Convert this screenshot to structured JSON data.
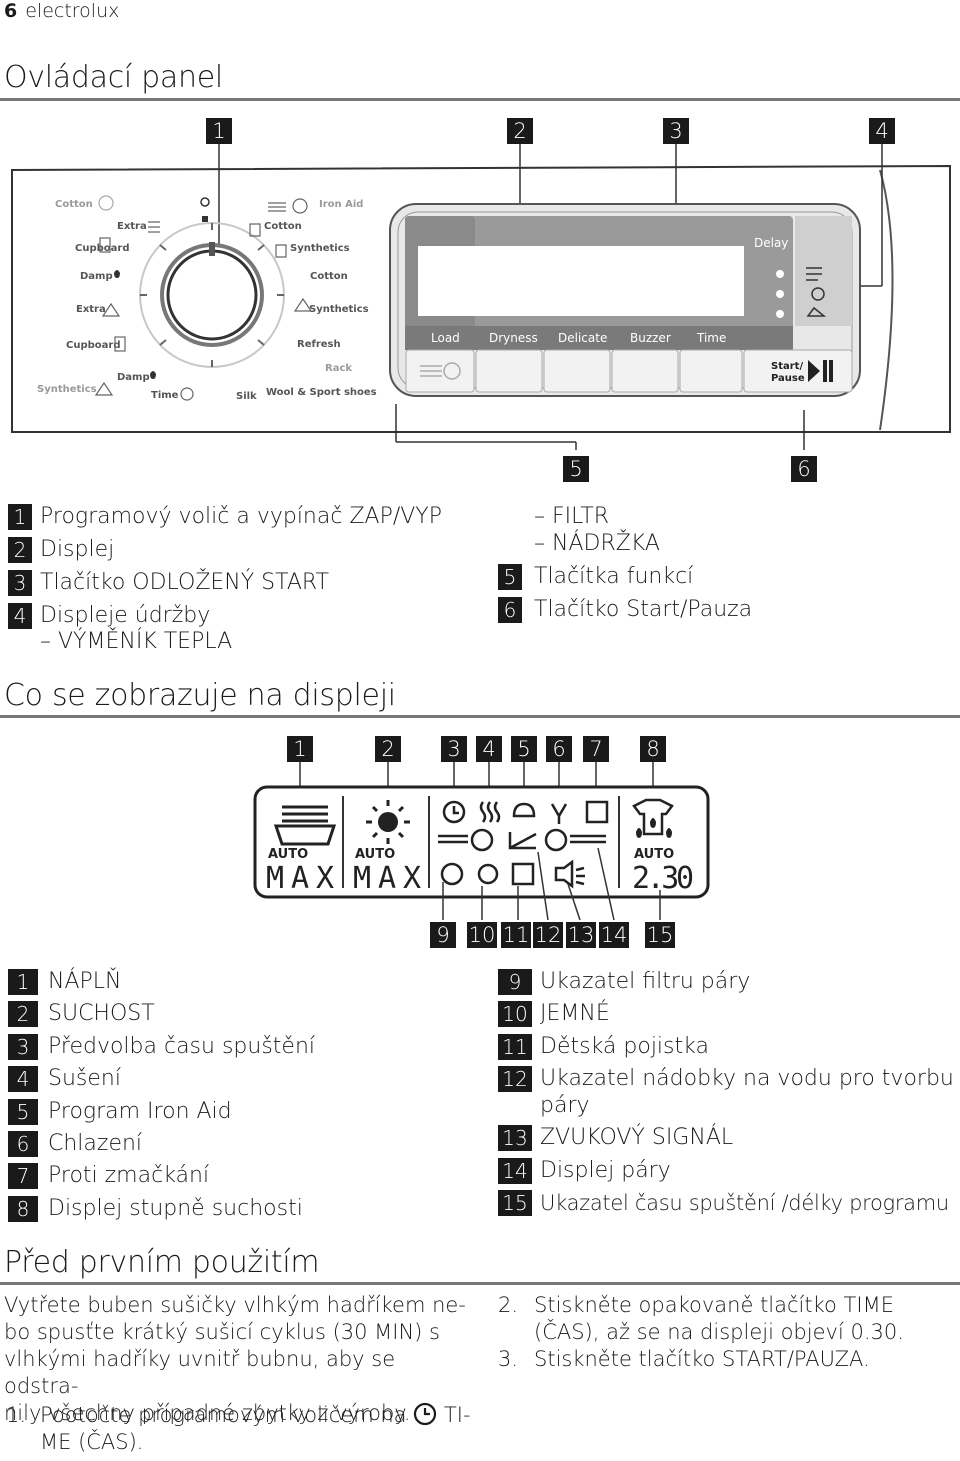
{
  "header": {
    "page_num": "6",
    "brand": "electrolux"
  },
  "section1": {
    "title": "Ovládací panel",
    "callouts_top": [
      "1",
      "2",
      "3",
      "4"
    ],
    "callouts_bottom": [
      "5",
      "6"
    ],
    "dial_labels": {
      "cotton": "Cotton",
      "extra_c": "Extra",
      "cupboard_c": "Cupboard",
      "damp_c": "Damp",
      "extra_s": "Extra",
      "cupboard_s": "Cupboard",
      "synthetics": "Synthetics",
      "damp_s": "Damp",
      "time": "Time",
      "silk": "Silk",
      "wool": "Wool & Sport shoes",
      "rack": "Rack",
      "refresh": "Refresh",
      "synthetics_ext": "Synthetics",
      "cotton_ext": "Cotton",
      "synthetics_ia": "Synthetics",
      "cotton_ia": "Cotton",
      "iron_aid": "Iron Aid",
      "dot_o": "O",
      "dot_i": "I"
    },
    "panel": {
      "delay": "Delay",
      "buttons": [
        "Load",
        "Dryness",
        "Delicate",
        "Buzzer",
        "Time"
      ],
      "start_pause": [
        "Start/",
        "Pause"
      ]
    },
    "legend_left": [
      {
        "n": "1",
        "text": "Programový volič a vypínač ZAP/VYP"
      },
      {
        "n": "2",
        "text": "Displej"
      },
      {
        "n": "3",
        "text": "Tlačítko ODLOŽENÝ START"
      },
      {
        "n": "4",
        "text": "Displeje údržby"
      }
    ],
    "legend_sub_left": [
      "VÝMĚNÍK TEPLA"
    ],
    "legend_sub_right": [
      "FILTR",
      "NÁDRŽKA"
    ],
    "legend_right": [
      {
        "n": "5",
        "text": "Tlačítka funkcí"
      },
      {
        "n": "6",
        "text": "Tlačítko Start/Pauza"
      }
    ]
  },
  "section2": {
    "title": "Co se zobrazuje na displeji",
    "callouts_top": [
      "1",
      "2",
      "3",
      "4",
      "5",
      "6",
      "7",
      "8"
    ],
    "callouts_bottom": [
      "9",
      "10",
      "11",
      "12",
      "13",
      "14",
      "15"
    ],
    "display": {
      "auto": "AUTO",
      "max": "MAX",
      "time": "2.30"
    },
    "legend_left": [
      {
        "n": "1",
        "text": "NÁPLŇ"
      },
      {
        "n": "2",
        "text": "SUCHOST"
      },
      {
        "n": "3",
        "text": "Předvolba času spuštění"
      },
      {
        "n": "4",
        "text": "Sušení"
      },
      {
        "n": "5",
        "text": "Program Iron Aid"
      },
      {
        "n": "6",
        "text": "Chlazení"
      },
      {
        "n": "7",
        "text": "Proti zmačkání"
      },
      {
        "n": "8",
        "text": "Displej stupně suchosti"
      }
    ],
    "legend_right": [
      {
        "n": "9",
        "text": "Ukazatel filtru páry"
      },
      {
        "n": "10",
        "text": "JEMNÉ"
      },
      {
        "n": "11",
        "text": "Dětská pojistka"
      },
      {
        "n": "12",
        "text": "Ukazatel nádobky na vodu pro tvorbu",
        "text2": "páry"
      },
      {
        "n": "13",
        "text": "ZVUKOVÝ SIGNÁL"
      },
      {
        "n": "14",
        "text": "Displej páry"
      },
      {
        "n": "15",
        "text": "Ukazatel času spuštění /délky programu"
      }
    ]
  },
  "section3": {
    "title": "Před prvním použitím",
    "para_lines": [
      "Vytřete buben sušičky vlhkým hadříkem ne-",
      "bo spusťte krátký sušicí cyklus (30 MIN) s",
      "vlhkými hadříky uvnitř bubnu, aby se odstra-",
      "nily všechny případné zbytky z výroby."
    ],
    "step1": {
      "n": "1.",
      "text_a": "Pootočte programovým voličem na",
      "text_b": "TI-",
      "text_c": "ME (ČAS)."
    },
    "step2": {
      "n": "2.",
      "line1": "Stiskněte opakovaně tlačítko TIME",
      "line2": "(ČAS), až se na displeji objeví 0.30."
    },
    "step3": {
      "n": "3.",
      "text": "Stiskněte tlačítko START/PAUZA."
    }
  }
}
